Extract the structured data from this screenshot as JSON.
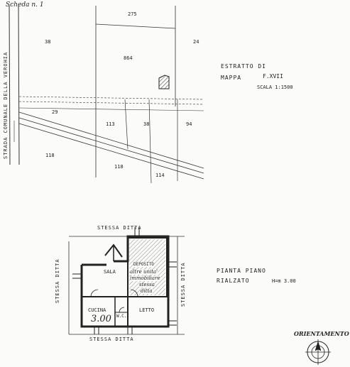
{
  "sheet": {
    "title": "Scheda n. 1"
  },
  "cadastral_map": {
    "road_label": "STRADA COMUNALE DELLA VEROHIA",
    "parcels": [
      "275",
      "38",
      "864",
      "24",
      "29",
      "113",
      "38",
      "94",
      "118",
      "118",
      "114"
    ],
    "map_extract": {
      "line1": "ESTRATTO DI",
      "line2_label": "MAPPA",
      "line2_value": "F.XVII",
      "scale": "SCALA 1:1500"
    }
  },
  "floor_plan": {
    "neighbors": {
      "top": "STESSA DITTA",
      "bottom": "STESSA DITTA",
      "left": "STESSA DITTA",
      "right": "STESSA DITTA"
    },
    "rooms": {
      "sala": "SALA",
      "deposito": "DEPOSITO",
      "deposito_note_1": "altre unita'",
      "deposito_note_2": "immobiliare",
      "deposito_note_3": "stessa",
      "deposito_note_4": "ditta",
      "cucina": "CUCINA",
      "cucina_height": "3.00",
      "letto": "LETTO",
      "wc": "W.C."
    },
    "floor_info": {
      "line1": "PIANTA PIANO",
      "line2": "RIALZATO",
      "height": "H=m 3.00"
    }
  },
  "orientation": {
    "label": "ORIENTAMENTO"
  }
}
